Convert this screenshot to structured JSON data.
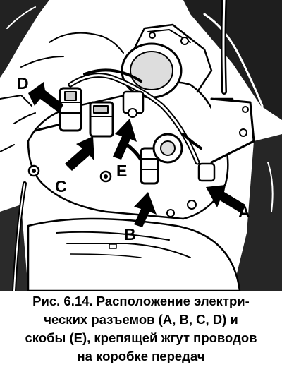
{
  "figure": {
    "labels": {
      "a": "A",
      "b": "B",
      "c": "C",
      "d": "D",
      "e": "E"
    }
  },
  "caption": {
    "line1": "Рис. 6.14. Расположение электри-",
    "line2": "ческих разъемов (A, B, C, D) и",
    "line3": "скобы (E), крепящей жгут проводов",
    "line4": "на коробке передач"
  }
}
